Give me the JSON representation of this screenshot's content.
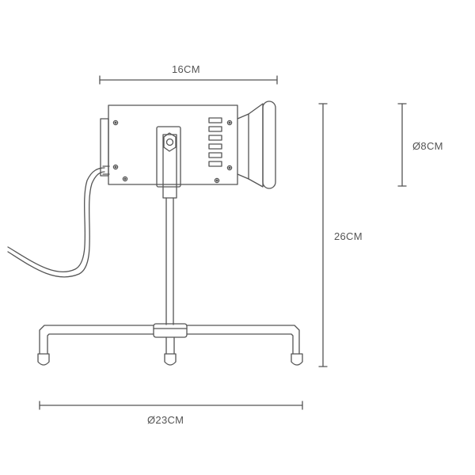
{
  "dimensions": {
    "width": "16CM",
    "shade_diameter": "Ø8CM",
    "height": "26CM",
    "base_diameter": "Ø23CM"
  },
  "colors": {
    "line": "#555555",
    "label": "#555555",
    "background": "#ffffff"
  }
}
